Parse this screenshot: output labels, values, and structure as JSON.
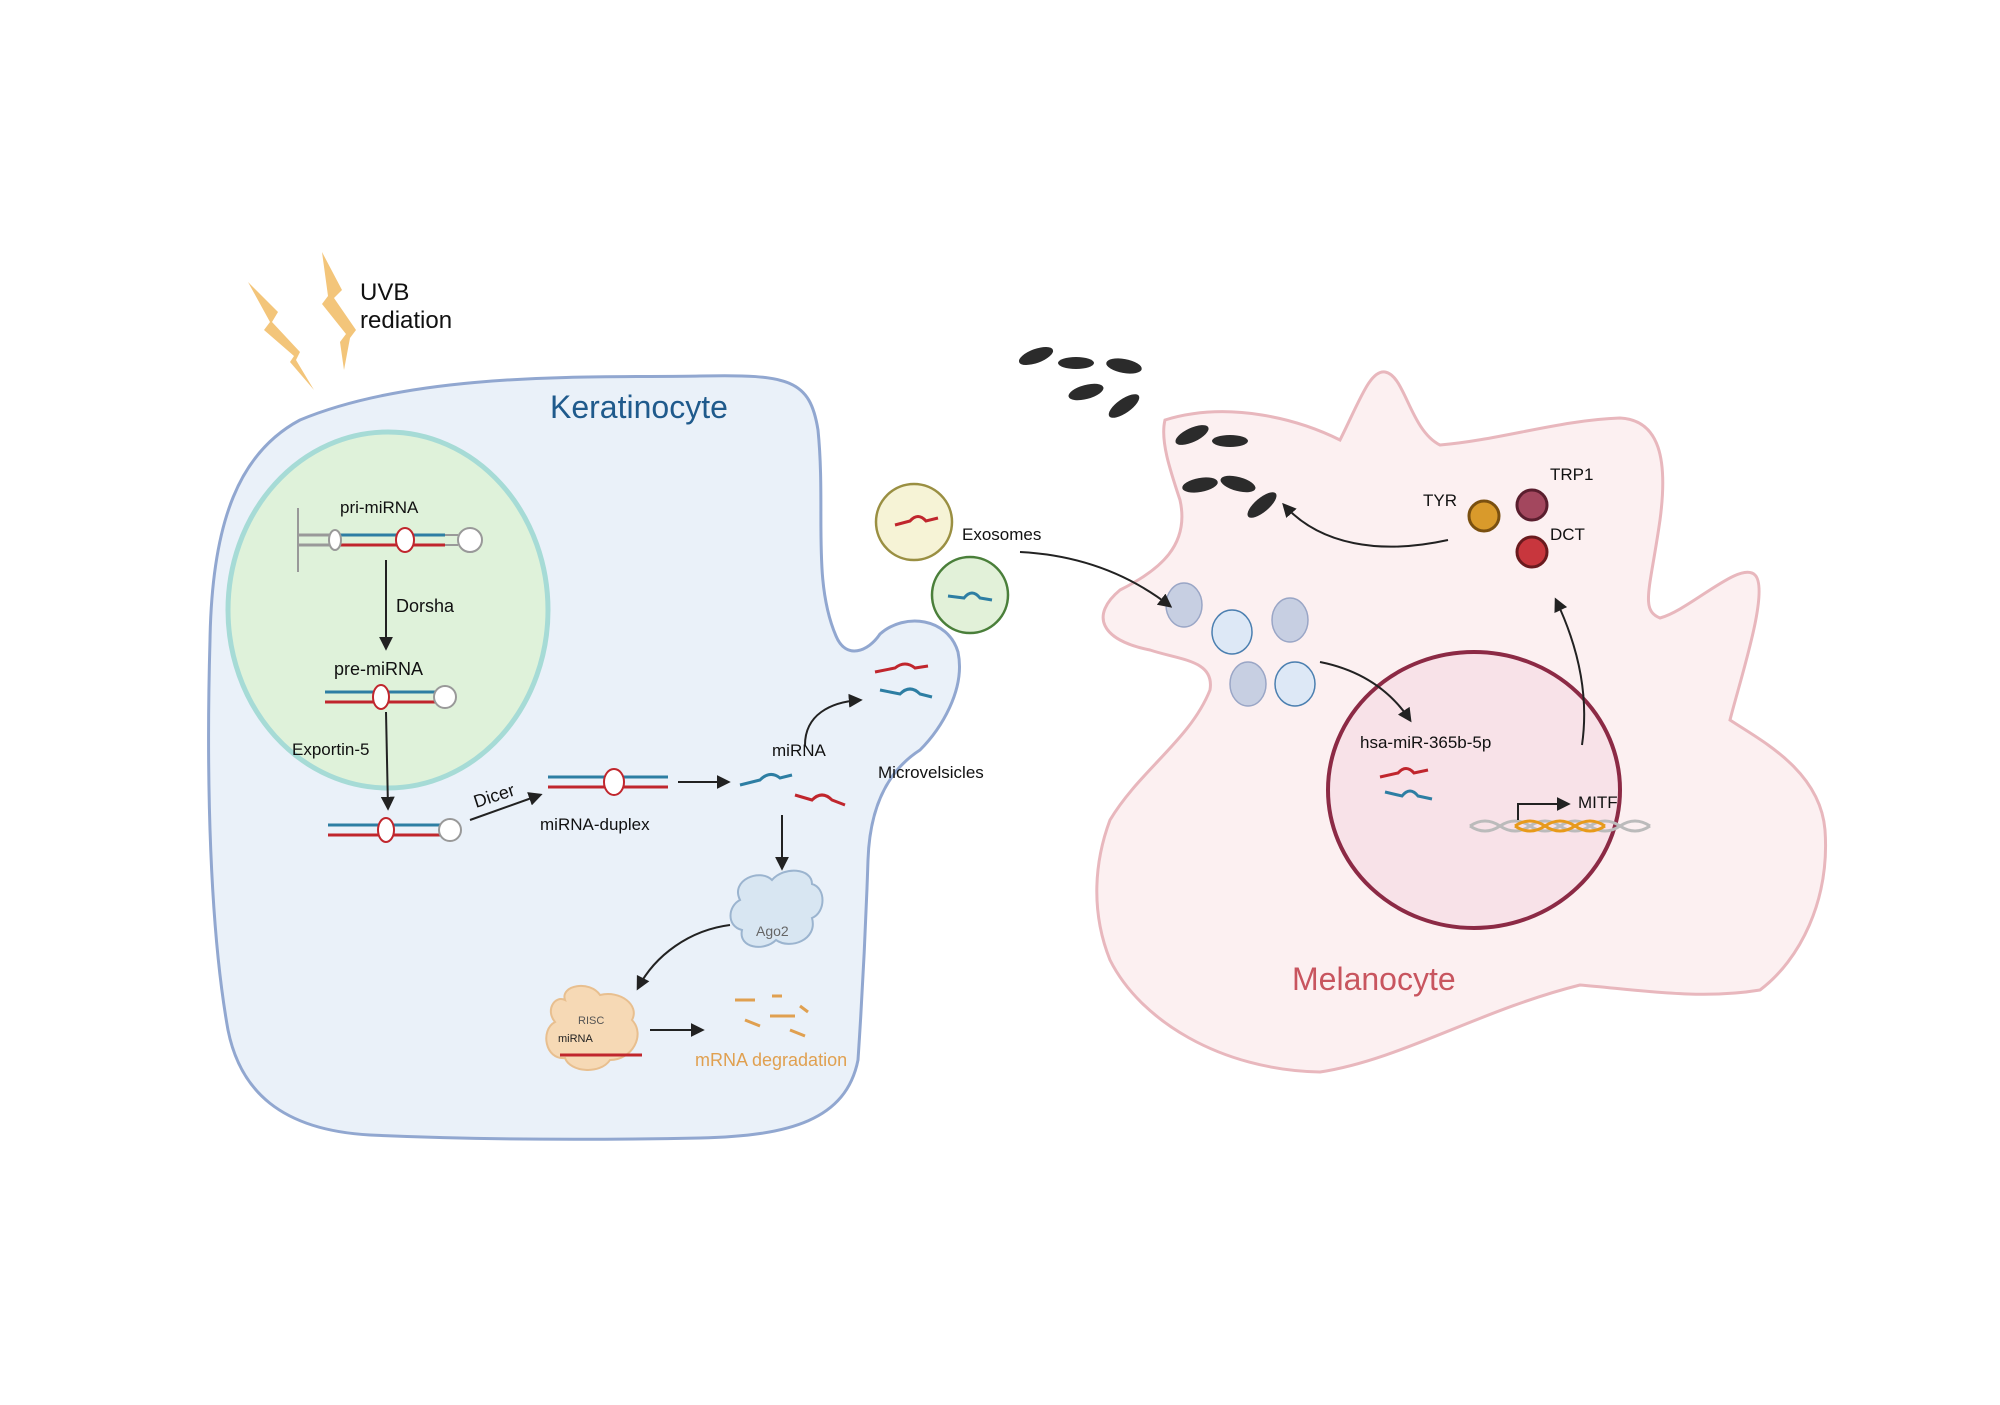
{
  "uvb": {
    "line1": "UVB",
    "line2": "rediation"
  },
  "cells": {
    "keratinocyte": "Keratinocyte",
    "melanocyte": "Melanocyte"
  },
  "labels": {
    "pri_mirna": "pri-miRNA",
    "dorsha": "Dorsha",
    "pre_mirna": "pre-miRNA",
    "exportin5": "Exportin-5",
    "dicer": "Dicer",
    "mirna_duplex": "miRNA-duplex",
    "mirna": "miRNA",
    "ago2": "Ago2",
    "risc": "RISC",
    "risc_mirna": "miRNA",
    "mrna_degradation": "mRNA degradation",
    "microvesicles": "Microvelsicles",
    "exosomes": "Exosomes",
    "hsa_mir": "hsa-miR-365b-5p",
    "mitf": "MITF",
    "tyr": "TYR",
    "trp1": "TRP1",
    "dct": "DCT"
  },
  "colors": {
    "keratinocyte_fill": "#eaf1f9",
    "keratinocyte_stroke": "#91a7d0",
    "nucleus_fill": "#dff2da",
    "nucleus_stroke": "#a6dbd6",
    "melanocyte_fill": "#fcf0f1",
    "melanocyte_stroke": "#e8b7bd",
    "melanocyte_nucleus_fill": "#f8e2e8",
    "melanocyte_nucleus_stroke": "#8c2a45",
    "rna_red": "#c0262d",
    "rna_blue": "#2d7ea3",
    "uvb_bolt": "#f3c57a",
    "tyr": "#d99a2b",
    "trp1": "#a3475e",
    "dct": "#c8363d",
    "melanin": "#2b2b2b"
  }
}
